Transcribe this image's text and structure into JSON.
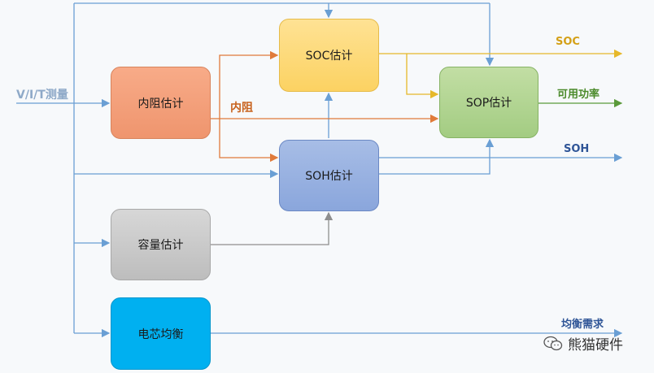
{
  "input_label": "V/I/T测量",
  "blocks": {
    "internal_resistance": "内阻估计",
    "soc_est": "SOC估计",
    "sop_est": "SOP估计",
    "soh_est": "SOH估计",
    "capacity_est": "容量估计",
    "cell_balance": "电芯均衡"
  },
  "edge_labels": {
    "resistance": "内阻"
  },
  "outputs": {
    "soc": "SOC",
    "power": "可用功率",
    "soh": "SOH",
    "balance": "均衡需求"
  },
  "watermark": "熊猫硬件",
  "colors": {
    "wire_blue": "#6a9fd4",
    "wire_orange": "#e07a3a",
    "wire_gold": "#e6b82a",
    "wire_green": "#5a9a3a",
    "wire_gray": "#8e8e8e",
    "text_orange": "#c8631e",
    "text_gold": "#d4a017",
    "text_green": "#4a8a2a",
    "text_blue": "#2f5597"
  }
}
